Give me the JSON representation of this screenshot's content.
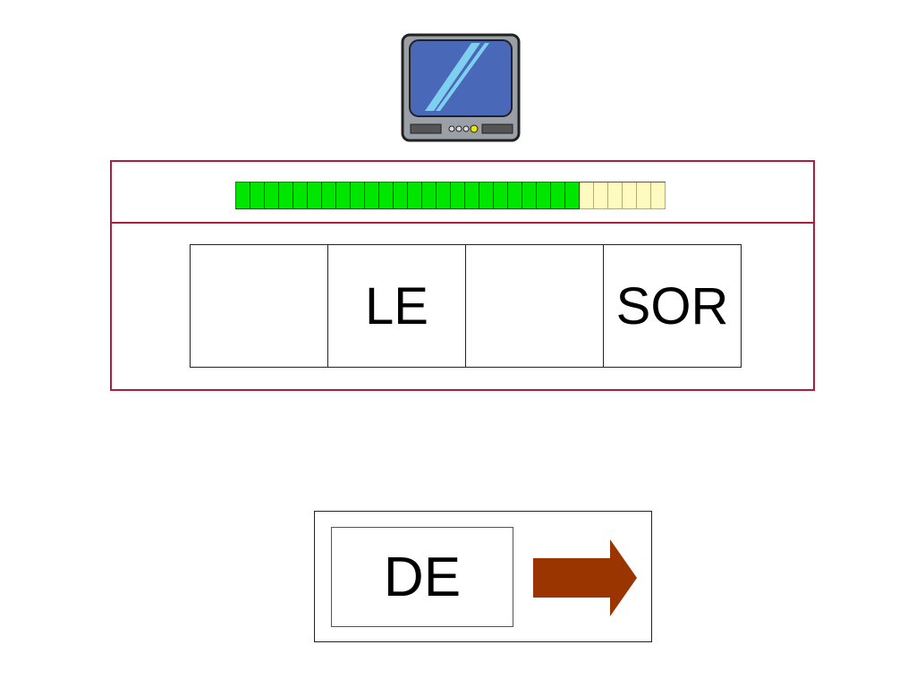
{
  "progress": {
    "total_segments": 30,
    "completed_segments": 24,
    "fraction_complete": 0.8,
    "completed_color": "#00e600",
    "remaining_color": "#fffbc0"
  },
  "syllables": [
    "",
    "LE",
    "",
    "SOR"
  ],
  "answer": {
    "text": "DE"
  },
  "icons": {
    "header": "tv-icon",
    "next": "right-arrow-icon"
  },
  "colors": {
    "panel_border": "#b01c3a",
    "arrow": "#9b3500"
  }
}
